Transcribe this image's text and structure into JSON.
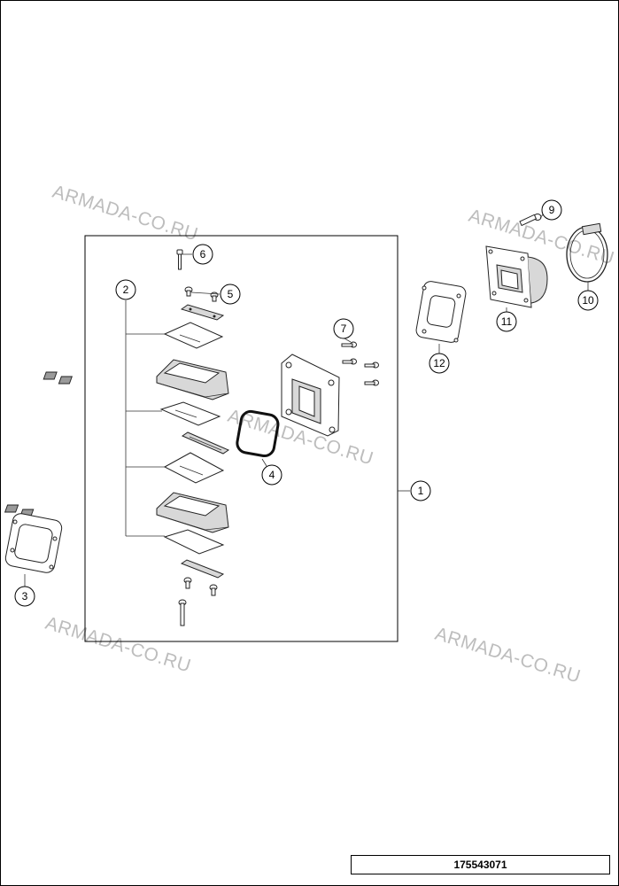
{
  "diagram": {
    "document_number": "175543071",
    "watermarks": [
      "ARMADA-CO.RU",
      "ARMADA-CO.RU",
      "ARMADA-CO.RU",
      "ARMADA-CO.RU",
      "ARMADA-CO.RU"
    ],
    "callouts": [
      "1",
      "2",
      "3",
      "4",
      "5",
      "6",
      "7",
      "9",
      "10",
      "11",
      "12"
    ]
  }
}
